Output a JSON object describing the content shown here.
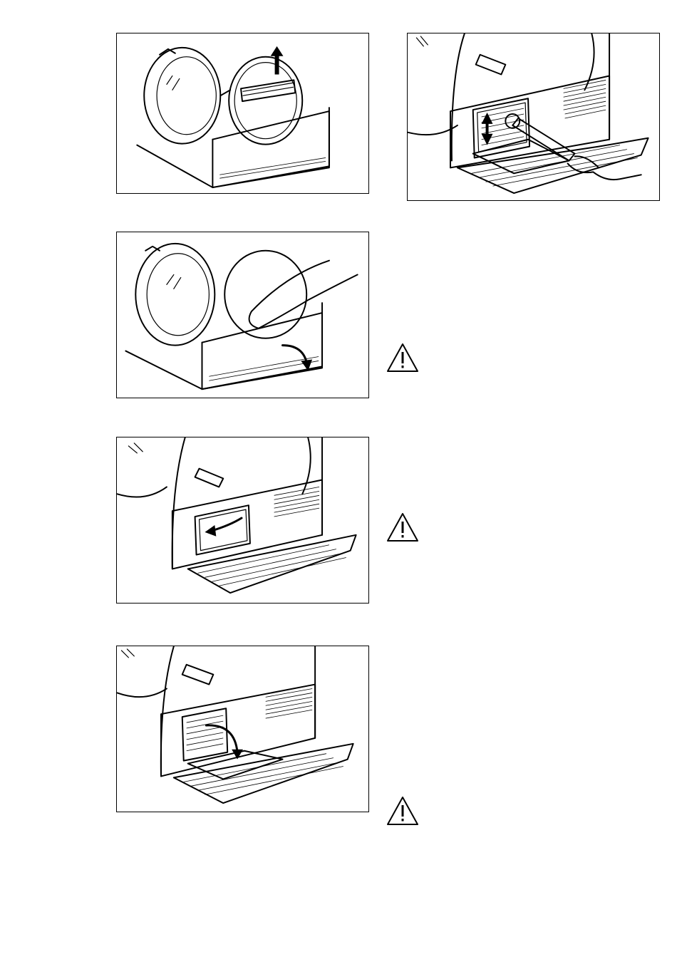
{
  "page": {
    "illustrations": [
      {
        "id": "step-1",
        "subject": "remove-door-filter",
        "arrow-icon": "arrow-up-icon"
      },
      {
        "id": "step-2",
        "subject": "open-plinth-flap",
        "arrow-icon": "arrow-curve-down-icon"
      },
      {
        "id": "step-3",
        "subject": "turn-filter-lock",
        "arrow-icon": "arrow-curve-left-icon"
      },
      {
        "id": "step-4",
        "subject": "pull-out-filter",
        "arrow-icon": "arrow-curve-down-icon"
      },
      {
        "id": "step-5",
        "subject": "clean-filter-with-vacuum",
        "arrow-icon": "arrow-double-vertical-icon"
      }
    ],
    "warnings": [
      {
        "icon": "warning-triangle-icon",
        "symbol": "!"
      },
      {
        "icon": "warning-triangle-icon",
        "symbol": "!"
      },
      {
        "icon": "warning-triangle-icon",
        "symbol": "!"
      }
    ],
    "colors": {
      "line": "#000000",
      "background": "#ffffff"
    }
  }
}
